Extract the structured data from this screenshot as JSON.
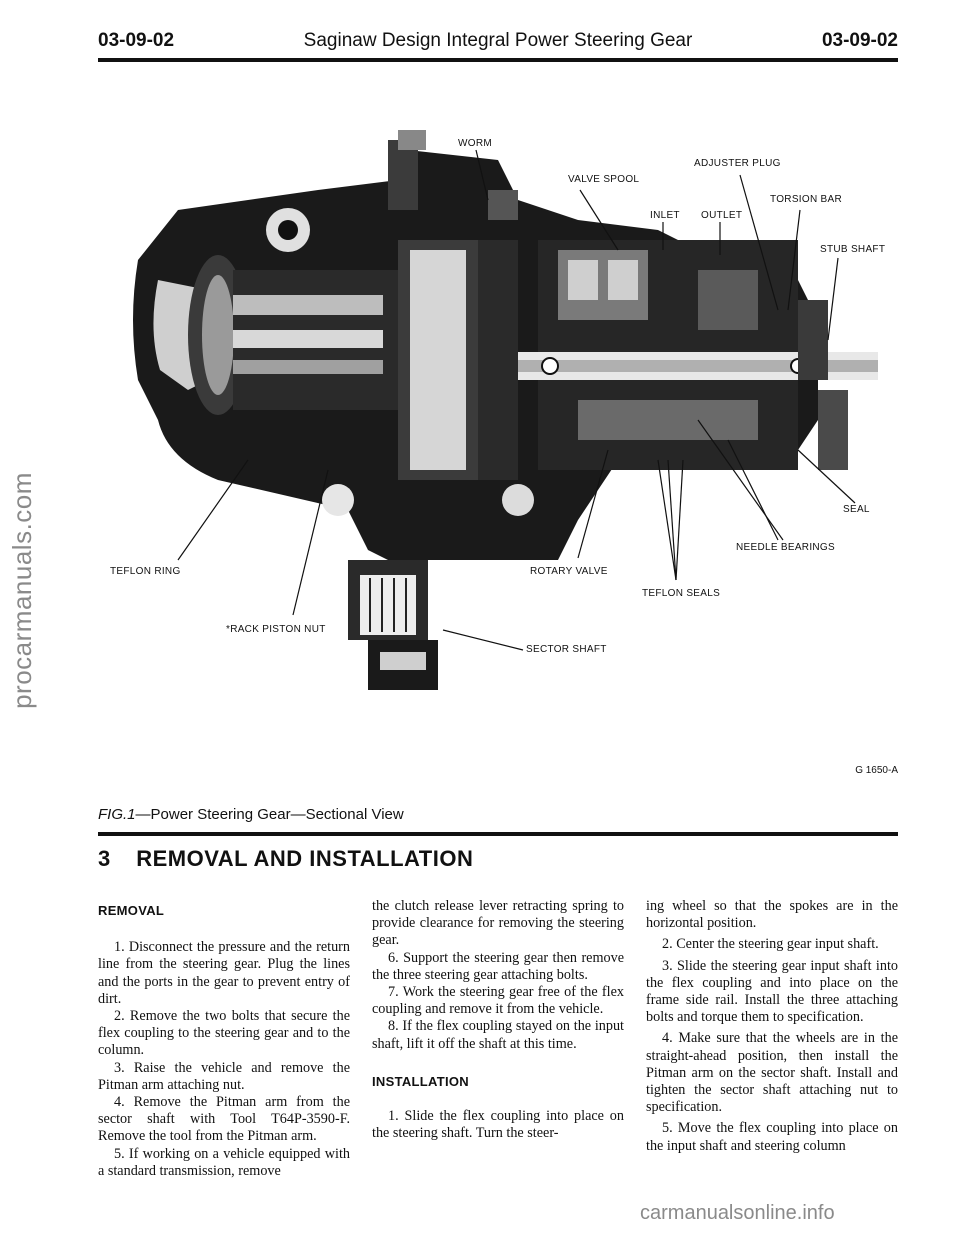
{
  "watermark": {
    "side": "procarmanuals.com",
    "footer": "carmanualsonline.info"
  },
  "header": {
    "left_code": "03-09-02",
    "title": "Saginaw Design Integral Power Steering Gear",
    "right_code": "03-09-02"
  },
  "figure": {
    "labels": {
      "worm": "WORM",
      "valve_spool": "VALVE SPOOL",
      "adjuster_plug": "ADJUSTER PLUG",
      "torsion_bar": "TORSION BAR",
      "inlet": "INLET",
      "outlet": "OUTLET",
      "stub_shaft": "STUB SHAFT",
      "seal": "SEAL",
      "needle_bearings": "NEEDLE BEARINGS",
      "teflon_ring": "TEFLON RING",
      "rotary_valve": "ROTARY VALVE",
      "teflon_seals": "TEFLON SEALS",
      "rack_piston_nut": "*RACK PISTON NUT",
      "sector_shaft": "SECTOR SHAFT"
    },
    "code": "G 1650-A"
  },
  "caption": {
    "fig": "FIG.1",
    "text": "—Power Steering Gear—Sectional View"
  },
  "section": {
    "number": "3",
    "title": "REMOVAL AND INSTALLATION"
  },
  "removal": {
    "heading": "REMOVAL",
    "steps": [
      "1. Disconnect the pressure and the return line from the steering gear. Plug the lines and the ports in the gear to prevent entry of dirt.",
      "2. Remove the two bolts that secure the flex coupling to the steering gear and to the column.",
      "3. Raise the vehicle and remove the Pitman arm attaching nut.",
      "4. Remove the Pitman arm from the sector shaft with Tool T64P-3590-F. Remove the tool from the Pitman arm.",
      "5. If working on a vehicle equipped with a standard transmission, remove the clutch release lever retracting spring to provide clearance for removing the steering gear.",
      "6. Support the steering gear then remove the three steering gear attaching bolts.",
      "7. Work the steering gear free of the flex coupling and remove it from the vehicle.",
      "8. If the flex coupling stayed on the input shaft, lift it off the shaft at this time."
    ]
  },
  "installation": {
    "heading": "INSTALLATION",
    "steps": [
      "1. Slide the flex coupling into place on the steering shaft. Turn the steering wheel so that the spokes are in the horizontal position.",
      "2. Center the steering gear input shaft.",
      "3. Slide the steering gear input shaft into the flex coupling and into place on the frame side rail. Install the three attaching bolts and torque them to specification.",
      "4. Make sure that the wheels are in the straight-ahead position, then install the Pitman arm on the sector shaft. Install and tighten the sector shaft attaching nut to specification.",
      "5. Move the flex coupling into place on the input shaft and steering column"
    ]
  },
  "col1_text": {
    "s5a": "5. If working on a vehicle equipped with a standard transmission, remove"
  },
  "col2_text": {
    "s5b": "the clutch release lever retracting spring to provide clearance for removing the steering gear.",
    "i1a": "1. Slide the flex coupling into place on the steering shaft. Turn the steer-"
  },
  "col3_text": {
    "i1b": "ing wheel so that the spokes are in the horizontal position."
  }
}
